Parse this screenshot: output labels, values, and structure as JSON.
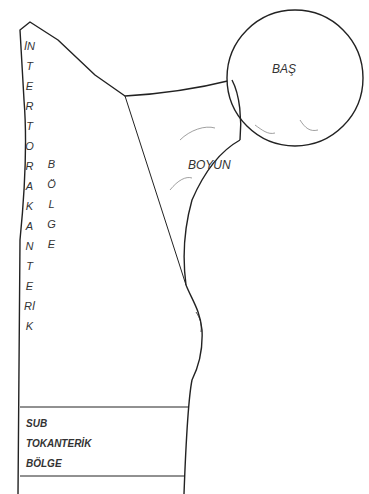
{
  "diagram": {
    "labels": [
      "BAŞ",
      "BOYUN",
      "İNTERTORAKANTERİK BÖLGE",
      "SUB TOKANTERİK BÖLGE"
    ]
  }
}
